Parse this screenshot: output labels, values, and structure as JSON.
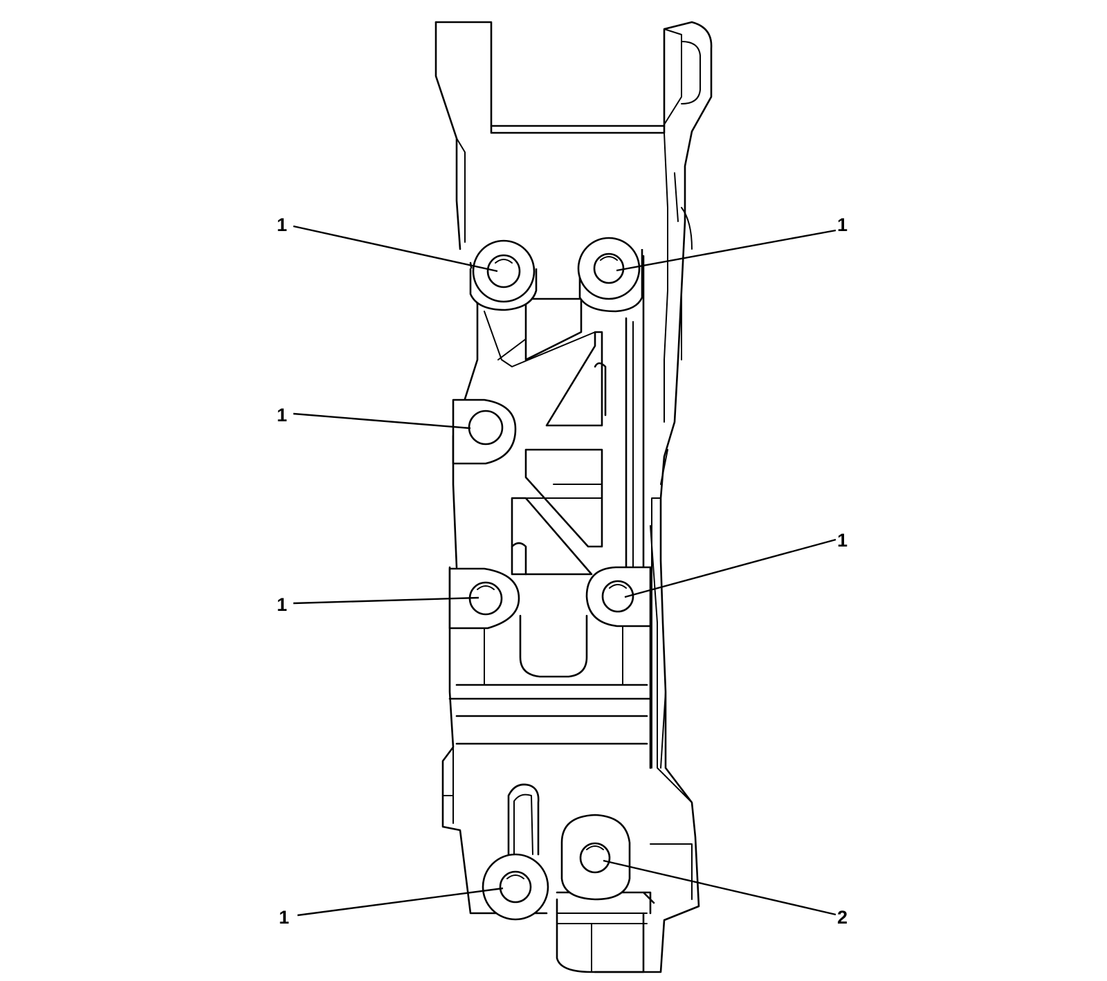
{
  "callouts": [
    {
      "id": "bolt-upper-left",
      "label": "1"
    },
    {
      "id": "bolt-upper-right",
      "label": "1"
    },
    {
      "id": "bolt-middle-left",
      "label": "1"
    },
    {
      "id": "bolt-lower-left",
      "label": "1"
    },
    {
      "id": "bolt-lower-right",
      "label": "1"
    },
    {
      "id": "bolt-bottom-left",
      "label": "1"
    },
    {
      "id": "bolt-bottom-right",
      "label": "2"
    }
  ]
}
